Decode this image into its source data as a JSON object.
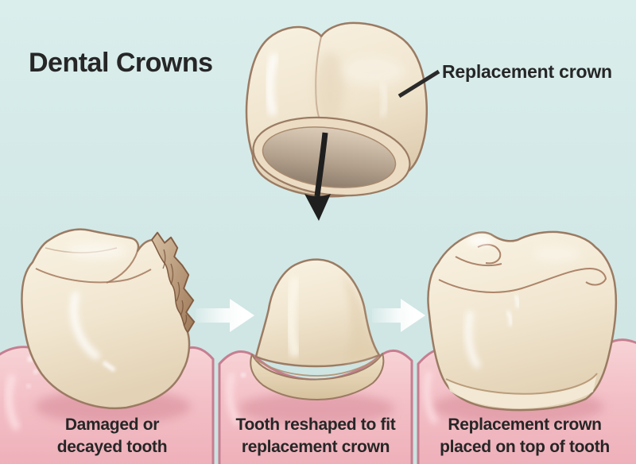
{
  "title": "Dental Crowns",
  "callout": {
    "label": "Replacement crown"
  },
  "steps": [
    {
      "line1": "Damaged or",
      "line2": "decayed tooth"
    },
    {
      "line1": "Tooth reshaped to fit",
      "line2": "replacement crown"
    },
    {
      "line1": "Replacement crown",
      "line2": "placed on top of tooth"
    }
  ],
  "icons": {
    "placement_arrow": "down-arrow",
    "step_arrow_1": "right-arrow",
    "step_arrow_2": "right-arrow",
    "callout_pointer": "pointer-line"
  },
  "colors": {
    "bg_top": "#daeeec",
    "bg_bottom": "#cbe3e1",
    "text": "#262626",
    "tooth_light": "#f9f3e3",
    "tooth_dark": "#e3d2b5",
    "tooth_outline": "#9b7b63",
    "gum": "#f3bfc6",
    "gum_outline": "#c67e90",
    "decay": "#9e7958",
    "arrow_black": "#1f1f1f",
    "arrow_white": "#ffffff"
  }
}
